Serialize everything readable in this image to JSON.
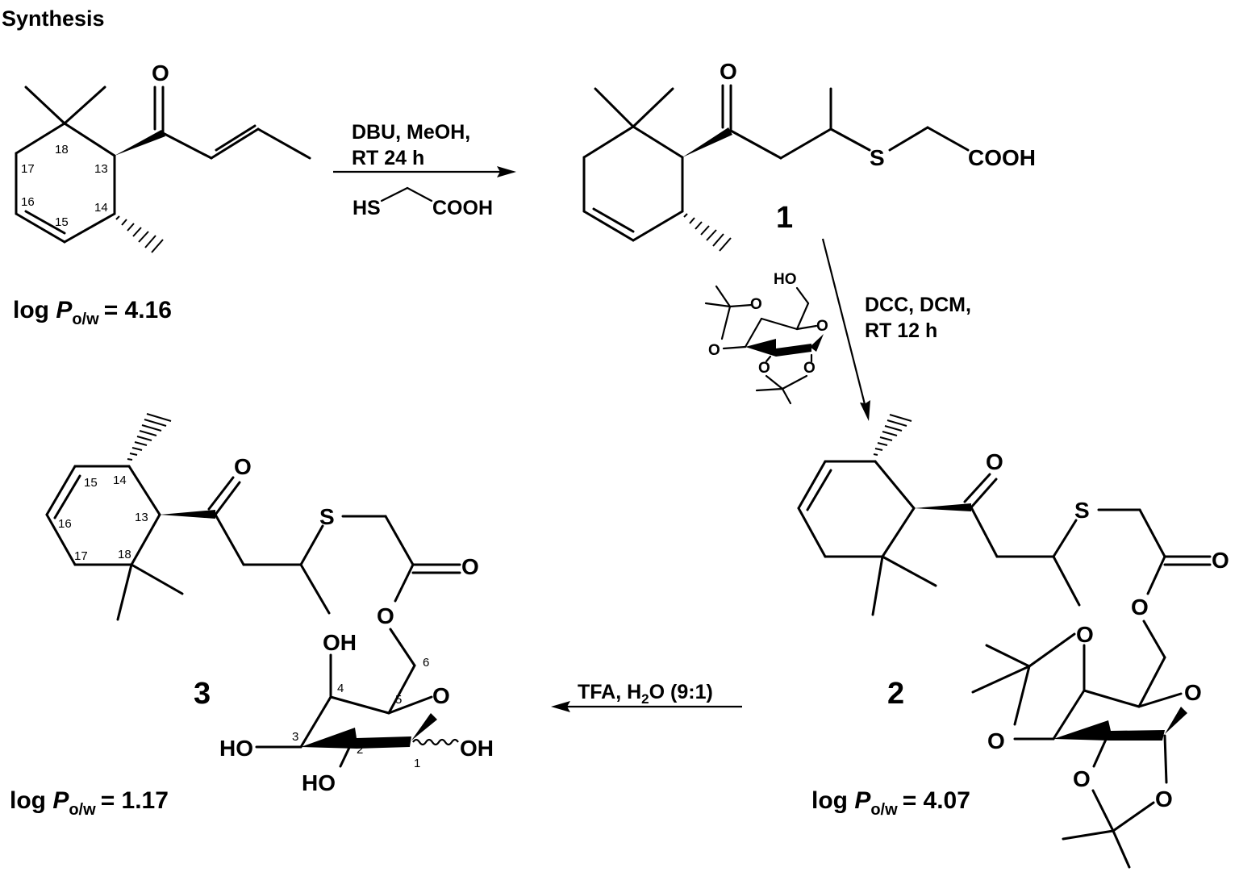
{
  "title": "Synthesis",
  "compounds": {
    "c1_label": "1",
    "c2_label": "2",
    "c3_label": "3"
  },
  "atoms": {
    "O": "O",
    "S": "S",
    "COOH": "COOH",
    "HS": "HS",
    "HO": "HO",
    "OH": "OH"
  },
  "numbering": {
    "n18": "18",
    "n17": "17",
    "n16": "16",
    "n15": "15",
    "n14": "14",
    "n13": "13",
    "s1": "1",
    "s2": "2",
    "s3": "3",
    "s4": "4",
    "s5": "5",
    "s6": "6"
  },
  "logp": {
    "prefix": "log ",
    "symbol": "P",
    "subscript": "o/w",
    "start": "= 4.16",
    "c2": "= 4.07",
    "c3": "= 1.17"
  },
  "steps": {
    "step1_line1": "DBU, MeOH,",
    "step1_line2": "RT 24 h",
    "step2_line1": "DCC, DCM,",
    "step2_line2": "RT 12 h",
    "step3_a": "TFA, H",
    "step3_sub": "2",
    "step3_b": "O (9:1)"
  }
}
